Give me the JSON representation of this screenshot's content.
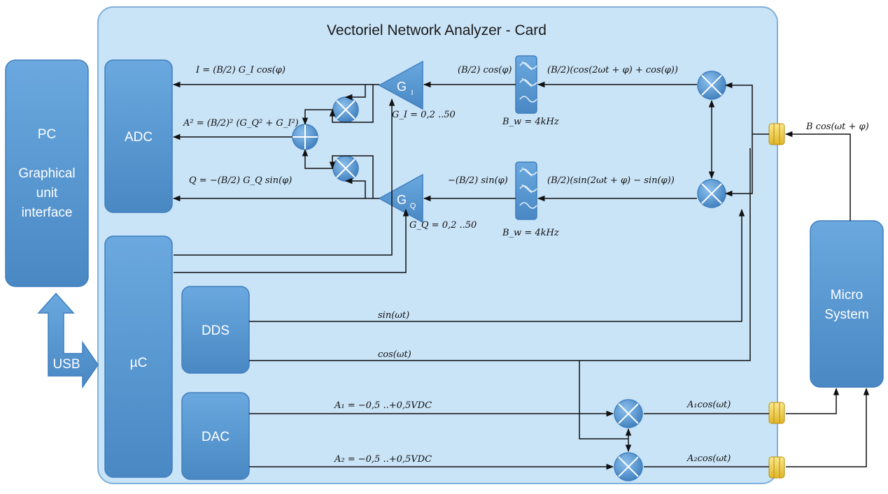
{
  "card_title": "Vectoriel Network Analyzer - Card",
  "blocks": {
    "pc_title": "PC",
    "pc_line1": "Graphical",
    "pc_line2": "unit",
    "pc_line3": "interface",
    "usb": "USB",
    "adc": "ADC",
    "uc": "µC",
    "dds": "DDS",
    "dac": "DAC",
    "micro_line1": "Micro",
    "micro_line2": "System"
  },
  "amplifiers": {
    "gi_letter": "G",
    "gi_sub": "I",
    "gq_letter": "G",
    "gq_sub": "Q",
    "gi_range": "G_I = 0,2 ..50",
    "gq_range": "G_Q = 0,2 ..50"
  },
  "signals": {
    "i_out": "I = (B/2) G_I cos(φ)",
    "a2_out": "A² = (B/2)² (G_Q² + G_I²)",
    "q_out": "Q = −(B/2) G_Q sin(φ)",
    "filter_i_out": "(B/2) cos(φ)",
    "filter_q_out": "−(B/2) sin(φ)",
    "mixer_i_out": "(B/2)(cos(2ωt + φ) + cos(φ))",
    "mixer_q_out": "(B/2)(sin(2ωt + φ) − sin(φ))",
    "bw_top": "B_w = 4kHz",
    "bw_bottom": "B_w = 4kHz",
    "input": "B cos(ωt + φ)",
    "dds_sin": "sin(ωt)",
    "dds_cos": "cos(ωt)",
    "a1_dc": "A₁ = −0,5 ..+0,5VDC",
    "a2_dc": "A₂ = −0,5 ..+0,5VDC",
    "a1_out": "A₁cos(ωt)",
    "a2_out_signal": "A₂cos(ωt)"
  },
  "colors": {
    "card_fill": "#c9e3f7",
    "card_stroke": "#7fb2dc",
    "block_fill": "#5b9bd5",
    "block_stroke": "#3f7fbe",
    "connector": "#f2d34f"
  }
}
